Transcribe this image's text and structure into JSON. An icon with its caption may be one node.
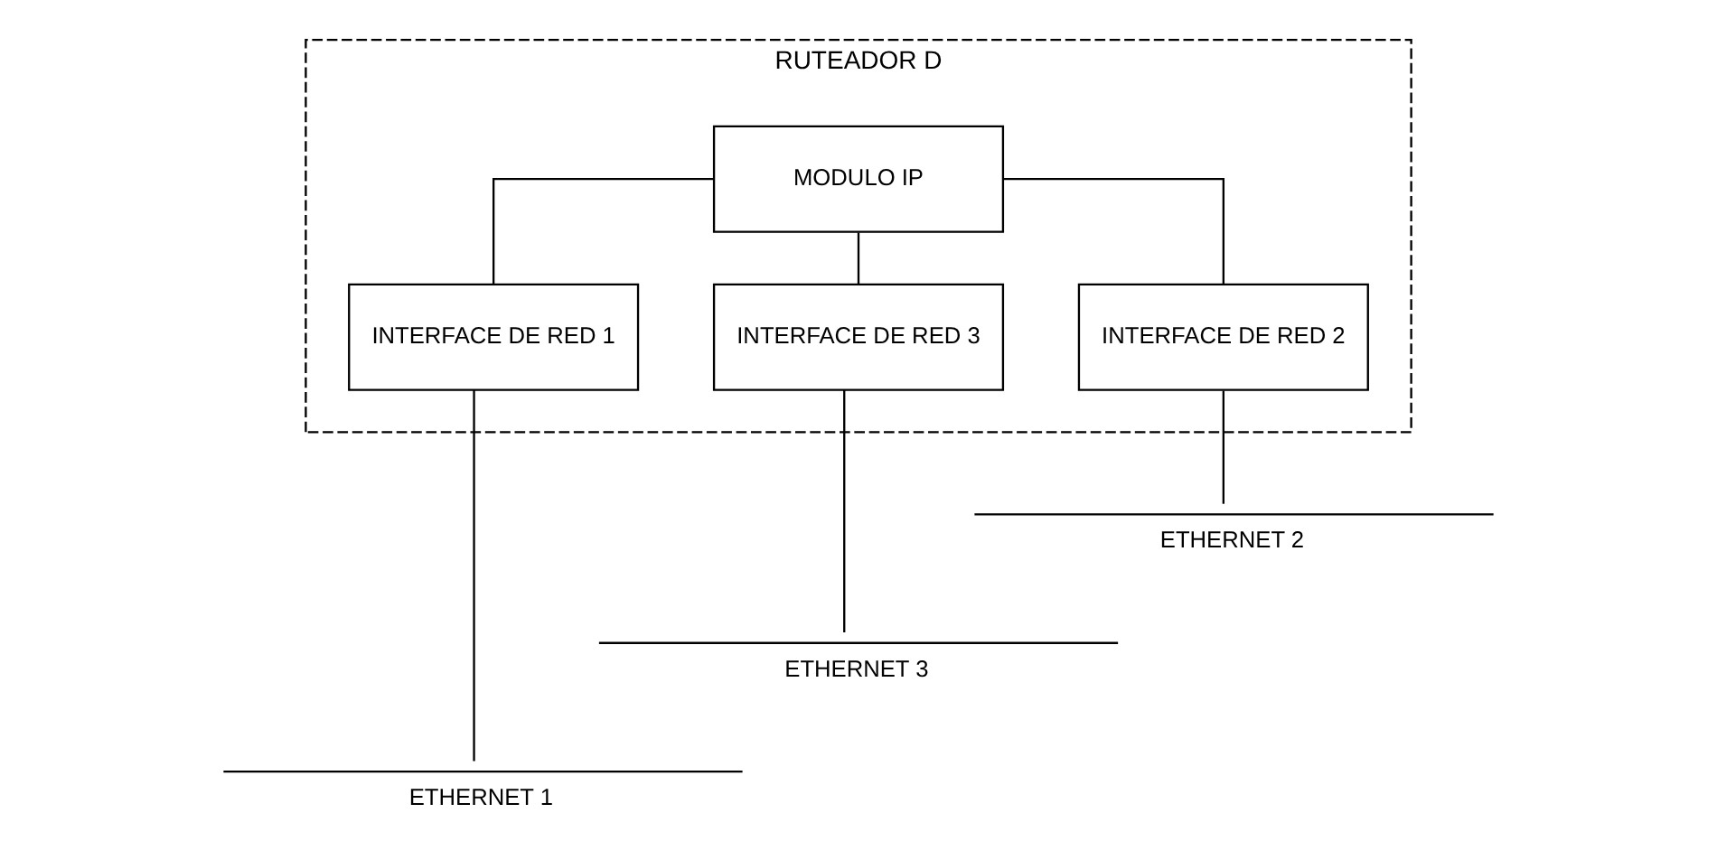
{
  "diagram": {
    "nodes": [
      {
        "text": [
          "RUTEADOR D"
        ]
      },
      {
        "text": [
          "MODULO IP"
        ],
        "in": 0
      },
      {
        "text": [
          "INTERFACE DE RED 1"
        ],
        "in": 0
      },
      {
        "text": [
          "INTERFACE DE RED 3"
        ],
        "in": 0
      },
      {
        "text": [
          "INTERFACE DE RED 2"
        ],
        "in": 0
      },
      {
        "text": [
          "ETHERNET 2"
        ]
      },
      {
        "text": [
          "ETHERNET 3"
        ]
      },
      {
        "text": [
          "ETHERNET 1"
        ]
      }
    ],
    "edges": [
      {
        "from": 1,
        "to": 2,
        "arrow": "none"
      },
      {
        "from": 1,
        "to": 3,
        "arrow": "none"
      },
      {
        "from": 1,
        "to": 4,
        "arrow": "none"
      },
      {
        "from": 2,
        "to": 7,
        "arrow": "none"
      },
      {
        "from": 3,
        "to": 6,
        "arrow": "none"
      },
      {
        "from": 4,
        "to": 5,
        "arrow": "none"
      }
    ]
  }
}
